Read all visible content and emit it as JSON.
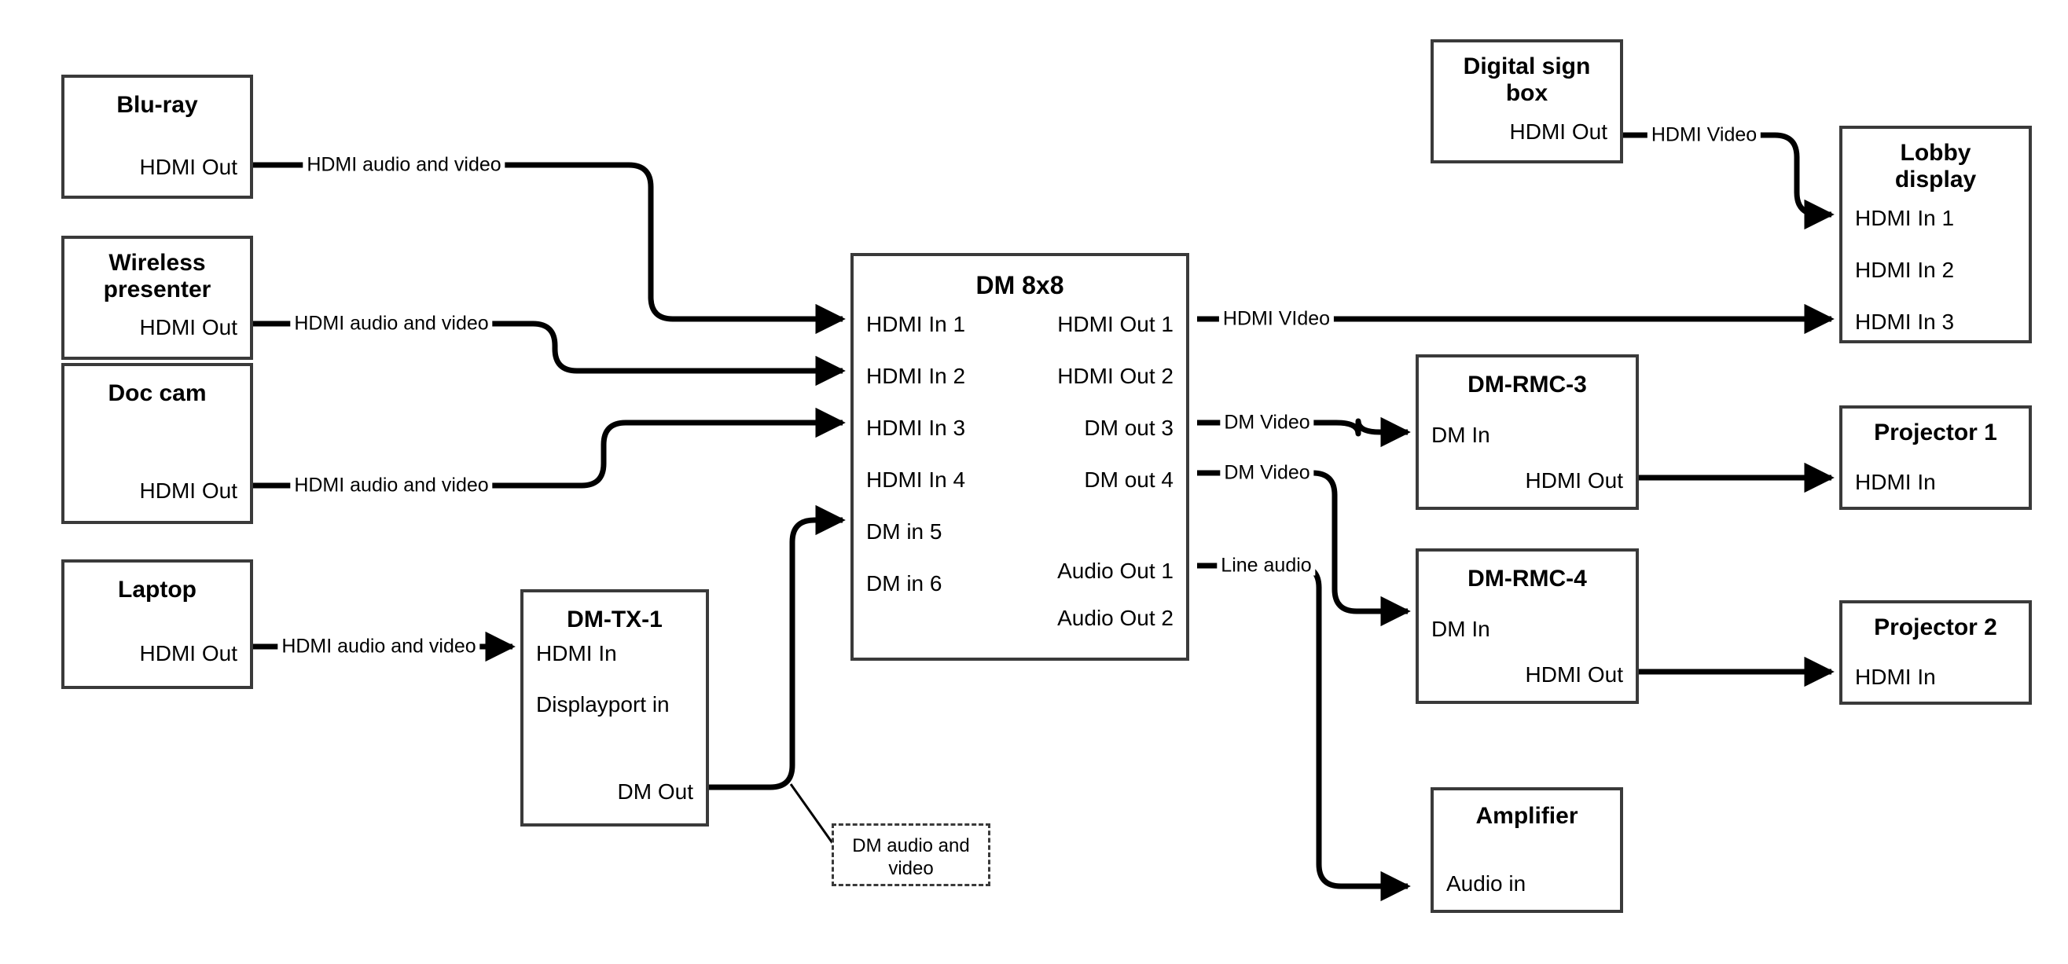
{
  "diagram": {
    "title": "AV signal routing block diagram",
    "colors": {
      "box_border": "#3a3a3a",
      "wire": "#000000",
      "background": "#ffffff",
      "text": "#000000"
    },
    "nodes": [
      {
        "id": "blu-ray",
        "title": "Blu-ray",
        "ports": [
          {
            "label": "HDMI Out",
            "align": "right"
          }
        ]
      },
      {
        "id": "wireless-presenter",
        "title": "Wireless\npresenter",
        "ports": [
          {
            "label": "HDMI Out",
            "align": "right"
          }
        ]
      },
      {
        "id": "doc-cam",
        "title": "Doc cam",
        "ports": [
          {
            "label": "HDMI Out",
            "align": "right"
          }
        ]
      },
      {
        "id": "laptop",
        "title": "Laptop",
        "ports": [
          {
            "label": "HDMI Out",
            "align": "right"
          }
        ]
      },
      {
        "id": "dm-tx-1",
        "title": "DM-TX-1",
        "ports": [
          {
            "label": "HDMI In",
            "align": "left"
          },
          {
            "label": "Displayport in",
            "align": "left"
          },
          {
            "label": "DM Out",
            "align": "right"
          }
        ]
      },
      {
        "id": "dm-8x8",
        "title": "DM 8x8",
        "ports": [
          {
            "label": "HDMI In 1",
            "align": "left"
          },
          {
            "label": "HDMI In 2",
            "align": "left"
          },
          {
            "label": "HDMI In 3",
            "align": "left"
          },
          {
            "label": "HDMI In 4",
            "align": "left"
          },
          {
            "label": "DM in 5",
            "align": "left"
          },
          {
            "label": "DM in 6",
            "align": "left"
          },
          {
            "label": "HDMI Out 1",
            "align": "right"
          },
          {
            "label": "HDMI Out 2",
            "align": "right"
          },
          {
            "label": "DM out 3",
            "align": "right"
          },
          {
            "label": "DM out 4",
            "align": "right"
          },
          {
            "label": "Audio Out 1",
            "align": "right"
          },
          {
            "label": "Audio Out 2",
            "align": "right"
          }
        ]
      },
      {
        "id": "digital-sign-box",
        "title": "Digital sign\nbox",
        "ports": [
          {
            "label": "HDMI Out",
            "align": "right"
          }
        ]
      },
      {
        "id": "lobby-display",
        "title": "Lobby\ndisplay",
        "ports": [
          {
            "label": "HDMI In 1",
            "align": "left"
          },
          {
            "label": "HDMI In 2",
            "align": "left"
          },
          {
            "label": "HDMI In 3",
            "align": "left"
          }
        ]
      },
      {
        "id": "dm-rmc-3",
        "title": "DM-RMC-3",
        "ports": [
          {
            "label": "DM In",
            "align": "left"
          },
          {
            "label": "HDMI Out",
            "align": "right"
          }
        ]
      },
      {
        "id": "dm-rmc-4",
        "title": "DM-RMC-4",
        "ports": [
          {
            "label": "DM In",
            "align": "left"
          },
          {
            "label": "HDMI Out",
            "align": "right"
          }
        ]
      },
      {
        "id": "projector-1",
        "title": "Projector 1",
        "ports": [
          {
            "label": "HDMI In",
            "align": "left"
          }
        ]
      },
      {
        "id": "projector-2",
        "title": "Projector 2",
        "ports": [
          {
            "label": "HDMI In",
            "align": "left"
          }
        ]
      },
      {
        "id": "amplifier",
        "title": "Amplifier",
        "ports": [
          {
            "label": "Audio in",
            "align": "left"
          }
        ]
      }
    ],
    "callouts": [
      {
        "id": "dm-audio-video-callout",
        "text": "DM audio and\nvideo"
      }
    ],
    "connections": [
      {
        "id": "blu-ray-to-hdmi-in-1",
        "label": "HDMI audio and video",
        "from": "blu-ray / HDMI Out",
        "to": "dm-8x8 / HDMI In 1"
      },
      {
        "id": "wireless-to-hdmi-in-2",
        "label": "HDMI audio and video",
        "from": "wireless-presenter / HDMI Out",
        "to": "dm-8x8 / HDMI In 2"
      },
      {
        "id": "doc-cam-to-hdmi-in-3",
        "label": "HDMI audio and video",
        "from": "doc-cam / HDMI Out",
        "to": "dm-8x8 / HDMI In 3"
      },
      {
        "id": "laptop-to-dm-tx-1",
        "label": "HDMI audio and video",
        "from": "laptop / HDMI Out",
        "to": "dm-tx-1 / HDMI In"
      },
      {
        "id": "dm-tx-1-to-dm-in-5",
        "label": "",
        "from": "dm-tx-1 / DM Out",
        "to": "dm-8x8 / DM in 5"
      },
      {
        "id": "hdmi-out-1-to-lobby-hdmi-in-3",
        "label": "HDMI VIdeo",
        "from": "dm-8x8 / HDMI Out 1",
        "to": "lobby-display / HDMI In 3"
      },
      {
        "id": "dm-out-3-to-rmc-3",
        "label": "DM Video",
        "from": "dm-8x8 / DM out 3",
        "to": "dm-rmc-3 / DM In"
      },
      {
        "id": "dm-out-4-to-rmc-4",
        "label": "DM Video",
        "from": "dm-8x8 / DM out 4",
        "to": "dm-rmc-4 / DM In"
      },
      {
        "id": "audio-out-1-to-amplifier",
        "label": "Line audio",
        "from": "dm-8x8 / Audio Out 1",
        "to": "amplifier / Audio in"
      },
      {
        "id": "sign-box-to-lobby-hdmi-in-1",
        "label": "HDMI Video",
        "from": "digital-sign-box / HDMI Out",
        "to": "lobby-display / HDMI In 1"
      },
      {
        "id": "rmc-3-to-projector-1",
        "label": "",
        "from": "dm-rmc-3 / HDMI Out",
        "to": "projector-1 / HDMI In"
      },
      {
        "id": "rmc-4-to-projector-2",
        "label": "",
        "from": "dm-rmc-4 / HDMI Out",
        "to": "projector-2 / HDMI In"
      }
    ]
  }
}
